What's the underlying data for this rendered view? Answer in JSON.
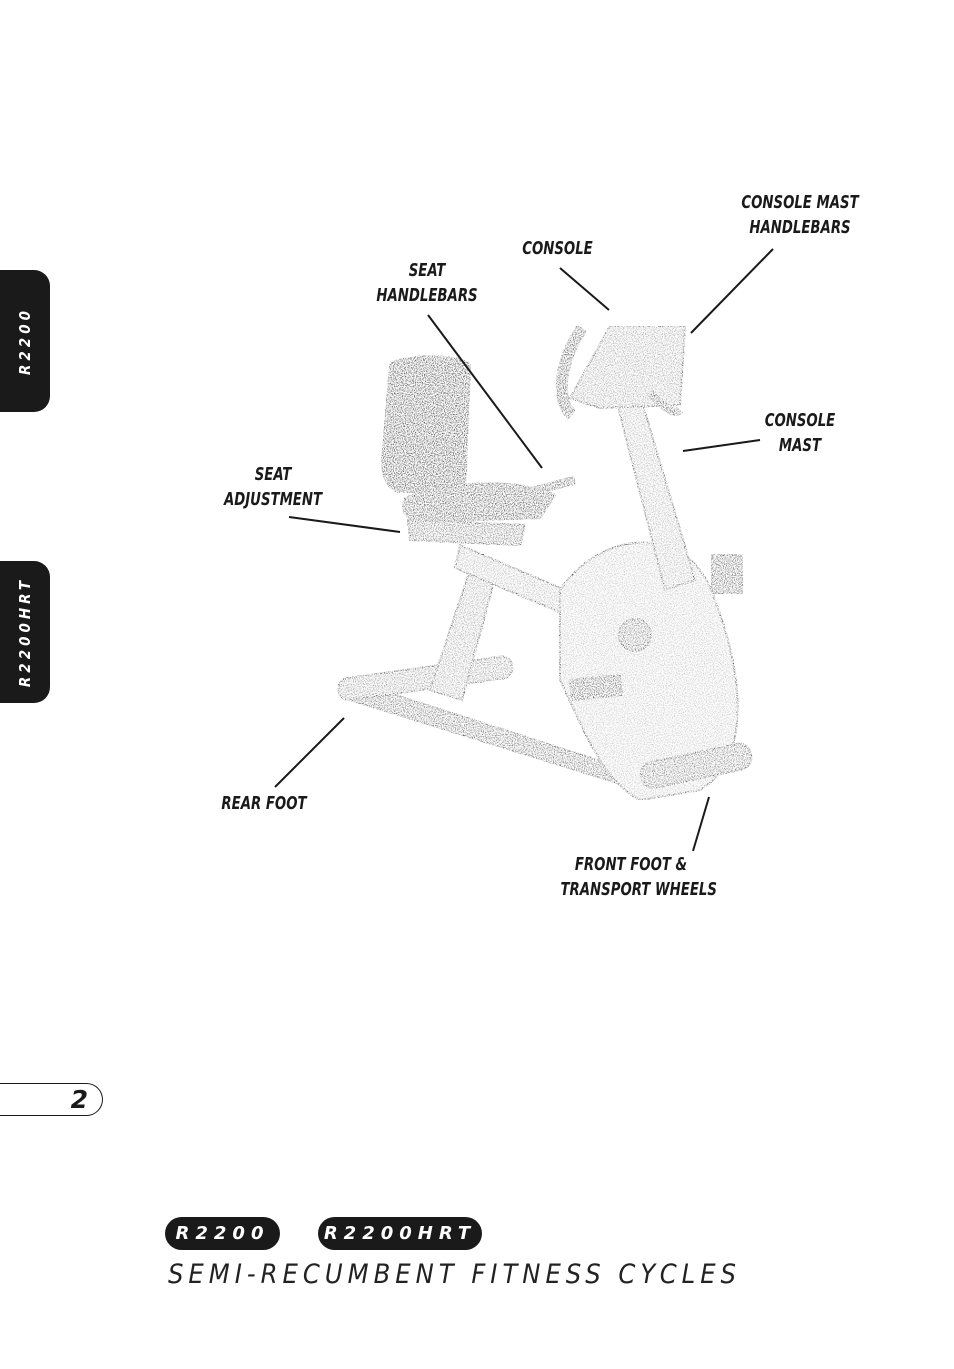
{
  "side_tabs": [
    "R2200",
    "R2200HRT"
  ],
  "callouts": {
    "console": "CONSOLE",
    "console_mast_handlebars": [
      "CONSOLE MAST",
      "HANDLEBARS"
    ],
    "seat_handlebars": [
      "SEAT",
      "HANDLEBARS"
    ],
    "console_mast": [
      "CONSOLE",
      "MAST"
    ],
    "seat_adjustment": [
      "SEAT",
      "ADJUSTMENT"
    ],
    "rear_foot": "REAR FOOT",
    "front_foot": [
      "FRONT FOOT &",
      "TRANSPORT WHEELS"
    ]
  },
  "page_number": "2",
  "footer": {
    "model_1": "R2200",
    "model_2": "R2200HRT",
    "subtitle": "SEMI-RECUMBENT FITNESS CYCLES"
  },
  "colors": {
    "ink": "#1a1a1a",
    "paper": "#ffffff"
  }
}
